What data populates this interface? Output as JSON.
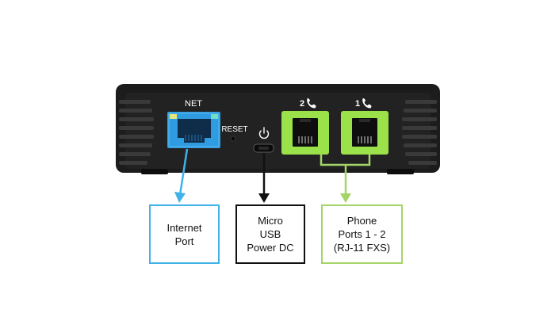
{
  "device": {
    "port_labels": {
      "net": "NET",
      "reset": "RESET",
      "phone_2": "2",
      "phone_1": "1"
    },
    "icons": [
      "power-icon",
      "phone-icon"
    ]
  },
  "callouts": {
    "internet": {
      "lines": [
        "Internet",
        "Port"
      ]
    },
    "power": {
      "lines": [
        "Micro",
        "USB",
        "Power DC"
      ]
    },
    "phone": {
      "lines": [
        "Phone",
        "Ports 1 - 2",
        "(RJ-11 FXS)"
      ]
    }
  },
  "colors": {
    "internet": "#3fb3e8",
    "power": "#111111",
    "phone": "#a3d567",
    "phone_jack": "#9be24a",
    "ethernet_jack": "#2f9be0",
    "device_body": "#1c1c1c"
  }
}
